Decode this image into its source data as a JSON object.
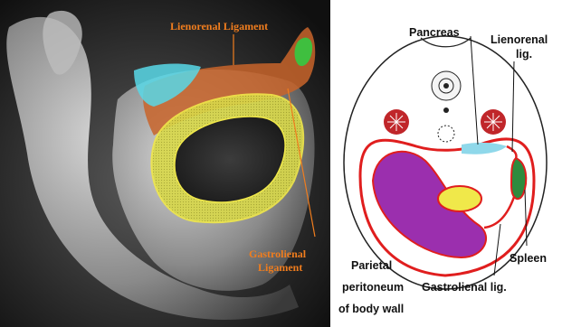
{
  "sem_image": {
    "labels": {
      "lienorenal": "Lienorenal Ligament",
      "gastrolienal_line1": "Gastrolienal",
      "gastrolienal_line2": "Ligament"
    },
    "colors": {
      "lienorenal_overlay": "#c8642a",
      "gastrolienal_overlay": "#d9d94a",
      "pancreas_overlay": "#58d8e8",
      "spleen_overlay": "#3fbf3f",
      "label_text": "#f07d1e"
    }
  },
  "schematic": {
    "labels": {
      "pancreas": "Pancreas",
      "lienorenal_line1": "Lienorenal",
      "lienorenal_line2": "lig.",
      "spleen": "Spleen",
      "gastrolienal": "Gastrolienal lig.",
      "parietal_line1": "Parietal",
      "parietal_line2": "peritoneum",
      "parietal_line3": "of body wall"
    },
    "colors": {
      "peritoneum": "#e01e1e",
      "stomach": "#9b2fae",
      "pancreas": "#8fd8ea",
      "spleen": "#2e8b3e",
      "kidney": "#c0262a",
      "inner_organ": "#f0e84a"
    }
  }
}
